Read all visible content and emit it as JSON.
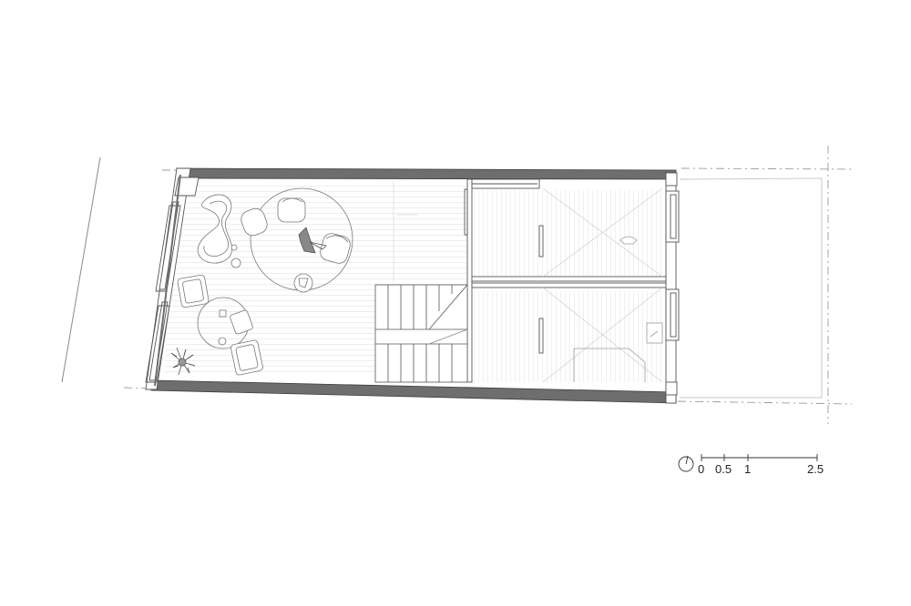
{
  "scale_bar": {
    "labels": [
      "0",
      "0.5",
      "1",
      "2.5"
    ]
  },
  "colors": {
    "wall": "#6e6e6e",
    "line": "#8a8a8a",
    "light_line": "#c4c4c4",
    "dash": "#9a9a9a"
  },
  "icons": [
    "north-arrow-icon"
  ]
}
